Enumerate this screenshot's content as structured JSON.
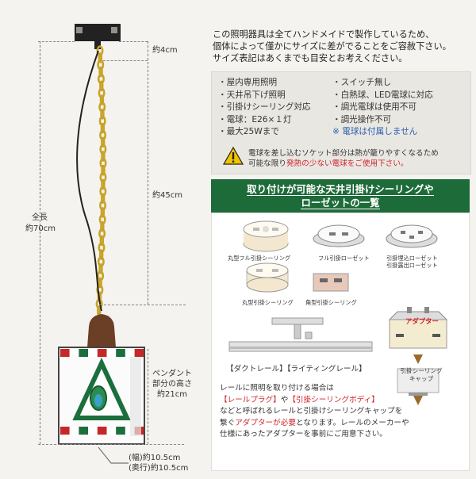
{
  "dimensions": {
    "canopy_height": "約4cm",
    "cord_length": "約45cm",
    "total_label": "全長",
    "total_value": "約70cm",
    "pendant_label_1": "ペンダント",
    "pendant_label_2": "部分の高さ",
    "pendant_value": "約21cm",
    "width": "(幅)約10.5cm",
    "depth": "(奥行)約10.5cm"
  },
  "intro": [
    "この照明器具は全てハンドメイドで製作しているため、",
    "個体によって僅かにサイズに差がでることをご容赦下さい。",
    "サイズ表記はあくまでも目安とお考えください。"
  ],
  "specs": {
    "left": [
      "・屋内専用照明",
      "・天井吊下げ照明",
      "・引掛けシーリング対応",
      "・電球：E26×１灯",
      "・最大25Wまで"
    ],
    "right": [
      "・スイッチ無し",
      "・白熱球、LED電球に対応",
      "・調光電球は使用不可",
      "・調光操作不可"
    ],
    "right_note": "※ 電球は付属しません",
    "warning_line1": "電球を差し込むソケット部分は熱が籠りやすくなるため",
    "warning_pre": "可能な限り",
    "warning_red": "発熱の少ない電球をご使用下さい。",
    "warning_icon": "warning-triangle-icon"
  },
  "section": {
    "title_line1": "取り付けが可能な天井引掛けシーリングや",
    "title_line2": "ローゼットの一覧",
    "items": [
      "丸型フル引掛シーリング",
      "フル引掛ローゼット",
      "引掛埋込ローゼット",
      "引掛露出ローゼット",
      "丸型引掛シーリング",
      "角型引掛シーリング"
    ],
    "rail_label": "【ダクトレール】【ライティングレール】",
    "adapter_label": "アダプター",
    "cap_label_1": "引掛シーリング",
    "cap_label_2": "キャップ"
  },
  "note": {
    "l1": "レールに照明を取り付ける場合は",
    "l2_red1": "【レールプラグ】",
    "l2_mid": "や",
    "l2_red2": "【引掛シーリングボディ】",
    "l3": "などと呼ばれるレールと引掛けシーリングキャップを",
    "l4_pre": "繋ぐ",
    "l4_red": "アダプターが必要",
    "l4_post": "となります。レールのメーカーや",
    "l5": "仕様にあったアダプターを事前にご用意下さい。"
  },
  "colors": {
    "accent_green": "#1e6b3a",
    "warning_red": "#d0242b",
    "note_blue": "#2c5fb0",
    "chain_gold": "#c9a227"
  }
}
